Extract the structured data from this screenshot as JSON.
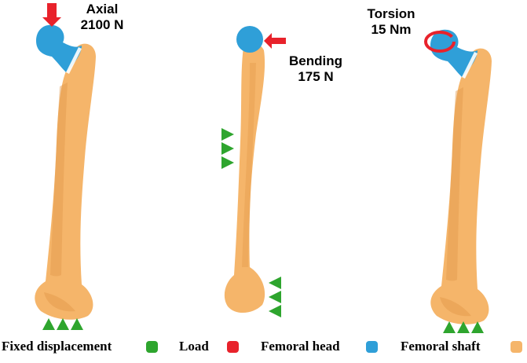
{
  "colors": {
    "fixed": "#2ea52e",
    "load": "#e8222b",
    "head": "#2f9fd8",
    "shaft": "#f5b56a",
    "shaft_shade": "#e39a4c"
  },
  "scenarios": [
    {
      "id": "axial",
      "title": "Axial",
      "value": "2100 N",
      "icon": "down-arrow-icon"
    },
    {
      "id": "bending",
      "title": "Bending",
      "value": "175 N",
      "icon": "left-arrow-icon"
    },
    {
      "id": "torsion",
      "title": "Torsion",
      "value": "15 Nm",
      "icon": "rotation-arrow-icon"
    }
  ],
  "legend": [
    {
      "label": "Fixed displacement",
      "color": "#2ea52e"
    },
    {
      "label": "Load",
      "color": "#e8222b"
    },
    {
      "label": "Femoral head",
      "color": "#2f9fd8"
    },
    {
      "label": "Femoral shaft",
      "color": "#f5b56a"
    }
  ]
}
